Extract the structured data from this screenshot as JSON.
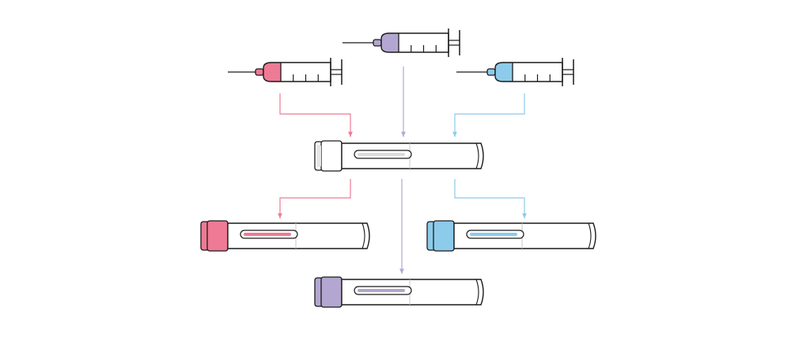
{
  "colors": {
    "outline": "#1a1a1a",
    "pink": "#ee7a95",
    "purple": "#b3a7d1",
    "blue": "#8dcbea",
    "background": "#ffffff"
  },
  "syringes": [
    {
      "id": "pink",
      "color": "pink",
      "icon": "syringe-icon"
    },
    {
      "id": "purple",
      "color": "purple",
      "icon": "syringe-icon"
    },
    {
      "id": "blue",
      "color": "blue",
      "icon": "syringe-icon"
    }
  ],
  "pens": [
    {
      "id": "empty",
      "color": null,
      "icon": "pen-cartridge-icon"
    },
    {
      "id": "pink",
      "color": "pink",
      "icon": "pen-cartridge-icon"
    },
    {
      "id": "blue",
      "color": "blue",
      "icon": "pen-cartridge-icon"
    },
    {
      "id": "purple",
      "color": "purple",
      "icon": "pen-cartridge-icon"
    }
  ],
  "flows": [
    {
      "from": "syringe-pink",
      "to": "pen-empty",
      "color": "pink"
    },
    {
      "from": "syringe-purple",
      "to": "pen-empty",
      "color": "purple"
    },
    {
      "from": "syringe-blue",
      "to": "pen-empty",
      "color": "blue"
    },
    {
      "from": "pen-empty",
      "to": "pen-pink",
      "color": "pink"
    },
    {
      "from": "pen-empty",
      "to": "pen-purple",
      "color": "purple"
    },
    {
      "from": "pen-empty",
      "to": "pen-blue",
      "color": "blue"
    }
  ]
}
